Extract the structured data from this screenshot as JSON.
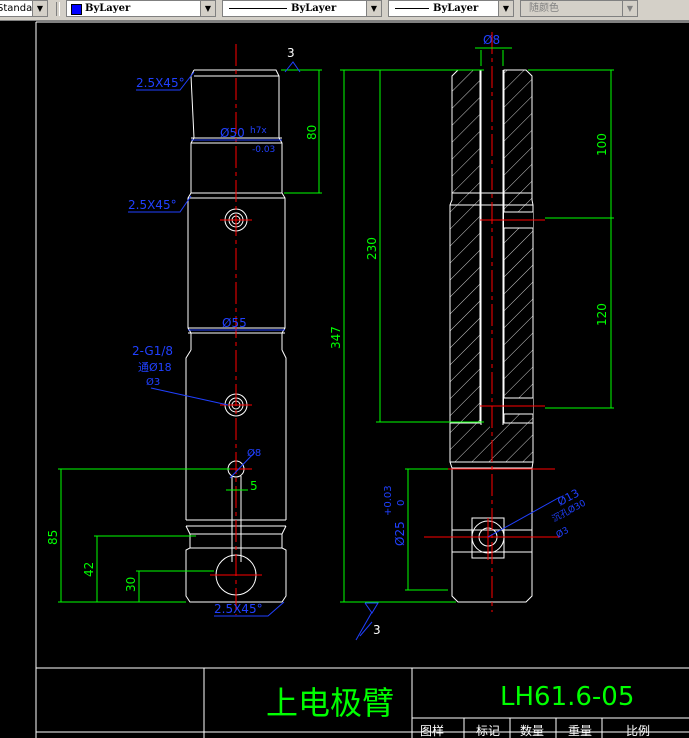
{
  "toolbar": {
    "text_style": "Standard",
    "color_control": "ByLayer",
    "linetype_control": "ByLayer",
    "lineweight_control": "ByLayer",
    "plotstyle_control": "随颜色",
    "accent_color": "#0000ff"
  },
  "drawing": {
    "background": "#000000",
    "dims_left": {
      "chamfer_top": "2.5X45°",
      "roughness": "3",
      "dia50": "Ø50",
      "tol_upper": "h7x",
      "tol_lower": "-0.03",
      "len80": "80",
      "chamfer_mid": "2.5X45°",
      "dia55": "Ø55",
      "thread1": "2-G1/8",
      "thread2": "通Ø18",
      "thread3": "Ø3",
      "hole8": "Ø8",
      "slot5": "5",
      "len85": "85",
      "len42": "42",
      "len30": "30",
      "chamfer_bot": "2.5X45°"
    },
    "dims_right": {
      "dia8": "Ø8",
      "len100": "100",
      "len230": "230",
      "len347": "347",
      "len120": "120",
      "dia25": "Ø25",
      "tol_up": "+0.03",
      "tol_lo": "0",
      "dia13": "Ø13",
      "c_bore": "沉孔Ø30",
      "depth": "Ø3",
      "roughness": "3"
    },
    "title_block": {
      "part_name": "上电极臂",
      "drawing_number": "LH61.6-05",
      "headers": [
        "图样",
        "标记",
        "数量",
        "重量",
        "比例"
      ]
    }
  }
}
